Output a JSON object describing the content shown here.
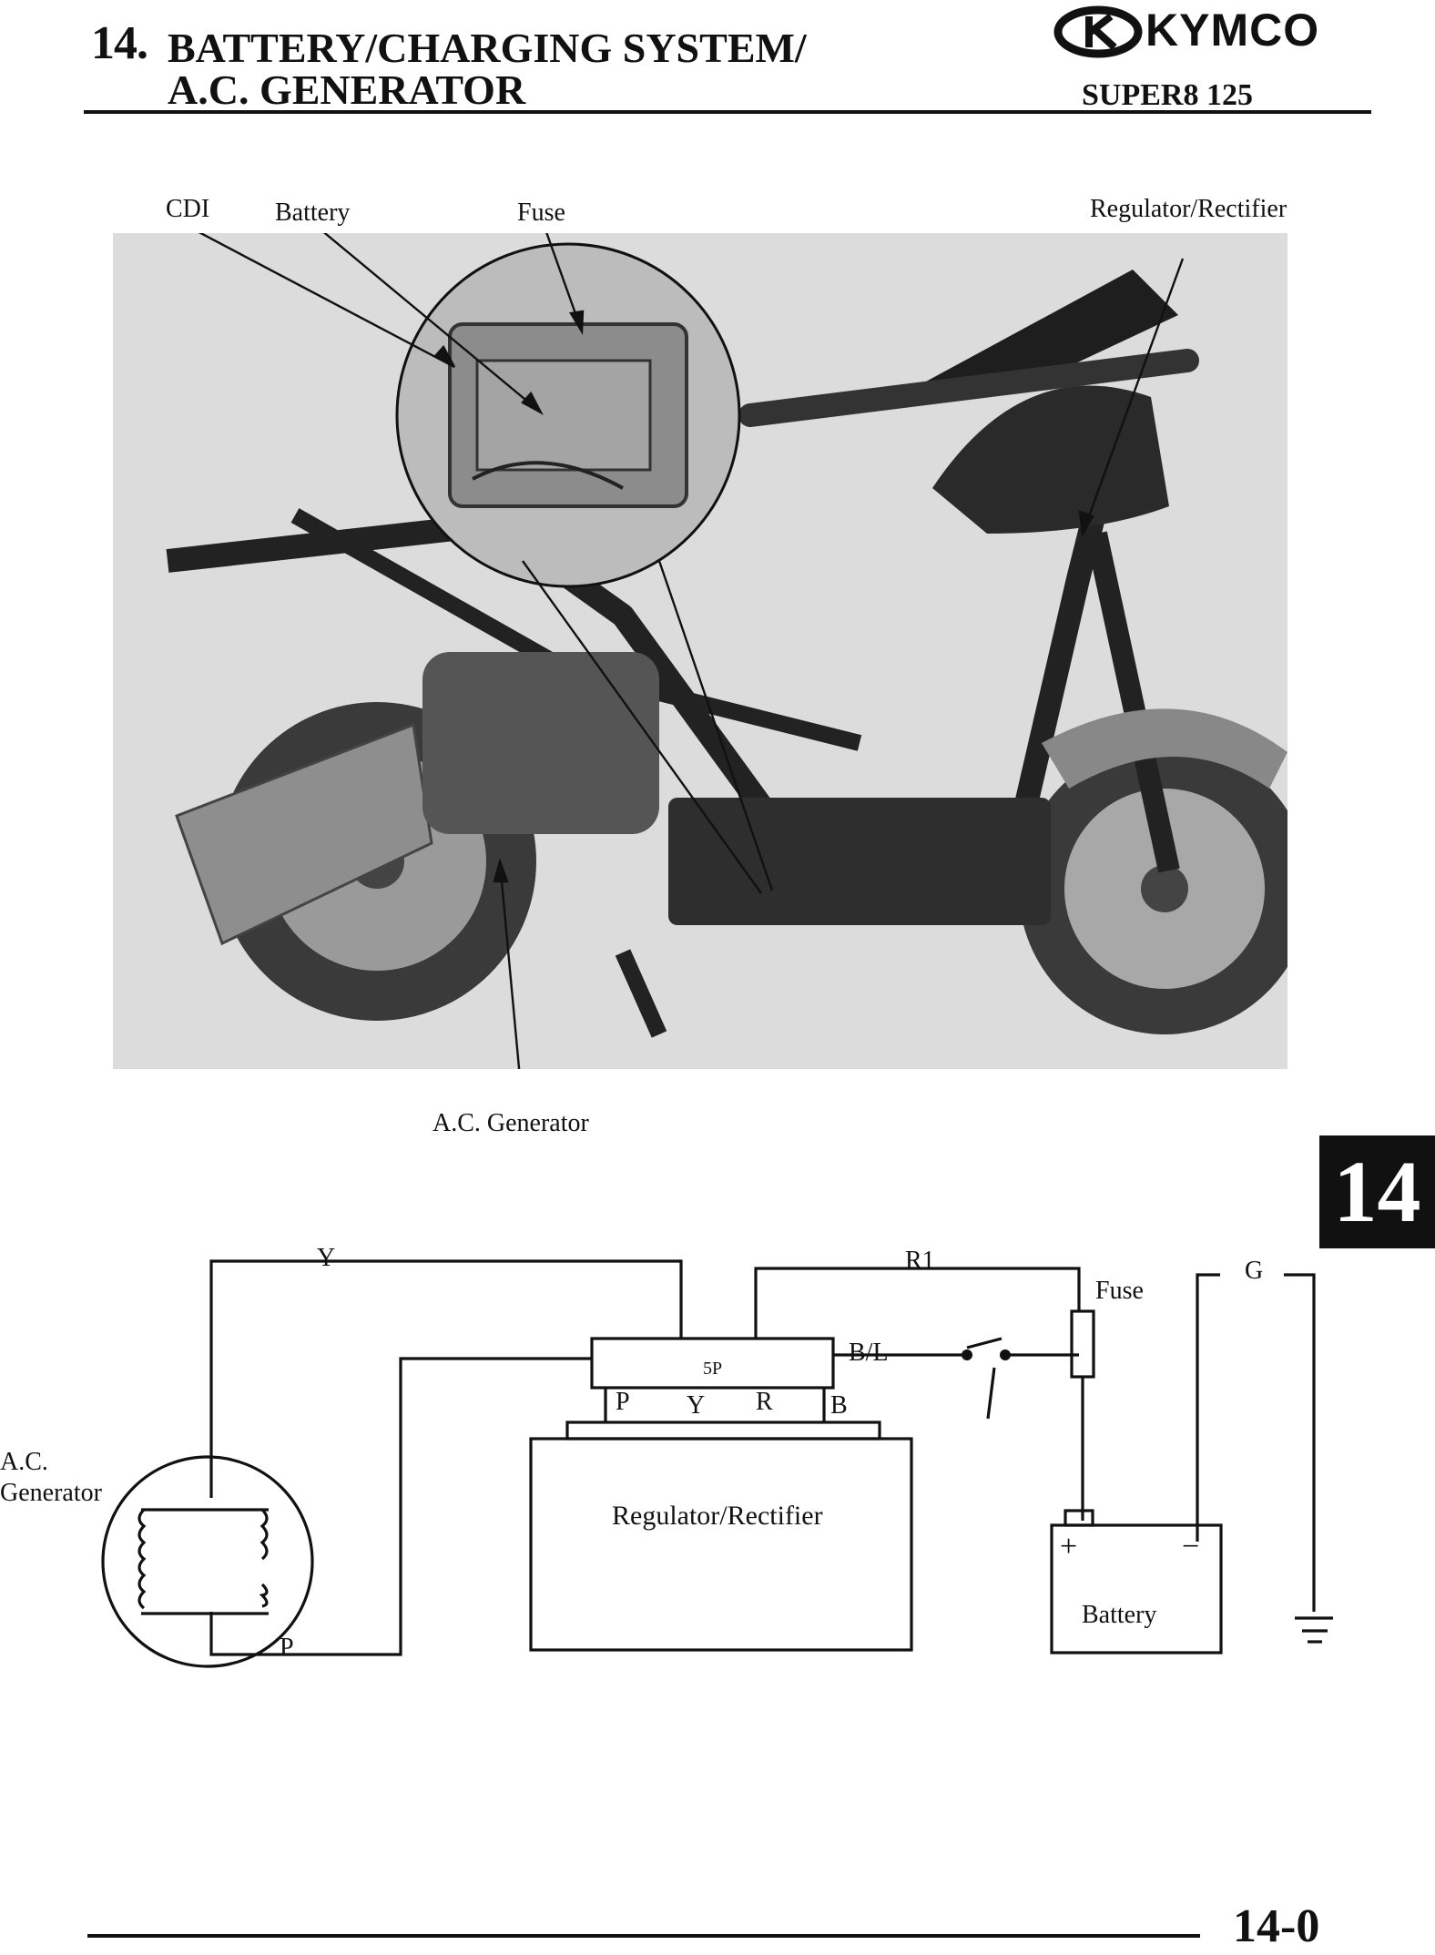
{
  "header": {
    "chapter_number": "14.",
    "title_line1": "BATTERY/CHARGING SYSTEM/",
    "title_line2": "A.C. GENERATOR",
    "brand": "KYMCO",
    "model": "SUPER8 125"
  },
  "photo_labels": {
    "cdi": "CDI",
    "battery": "Battery",
    "fuse": "Fuse",
    "regulator": "Regulator/Rectifier",
    "generator": "A.C. Generator"
  },
  "chapter_tab": "14",
  "diagram": {
    "wire_y": "Y",
    "wire_r1": "R1",
    "wire_g": "G",
    "wire_bl": "B/L",
    "wire_p": "P",
    "fuse": "Fuse",
    "connector": "5P",
    "pin_p": "P",
    "pin_y": "Y",
    "pin_r": "R",
    "pin_b": "B",
    "regulator": "Regulator/Rectifier",
    "generator_line1": "A.C.",
    "generator_line2": "Generator",
    "battery": "Battery",
    "battery_plus": "+",
    "battery_minus": "−"
  },
  "footer": {
    "page_number": "14-0"
  }
}
